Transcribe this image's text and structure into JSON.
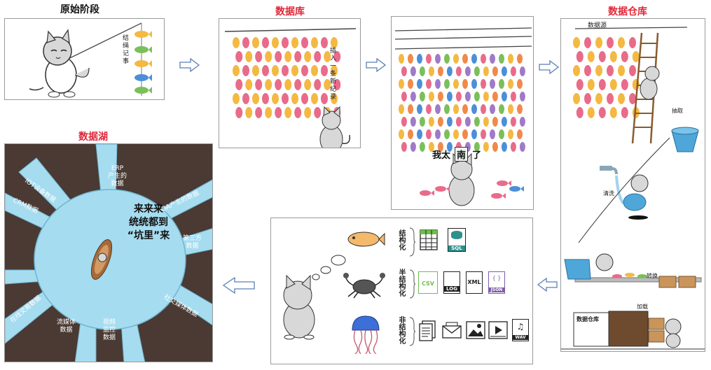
{
  "titles": {
    "primitive": "原始阶段",
    "database": "数据库",
    "warehouse": "数据仓库",
    "lake": "数据湖"
  },
  "primitive": {
    "knot_label": "结绳记事"
  },
  "database": {
    "insert_label": "插入一条新纪录"
  },
  "full_db": {
    "caption_before": "我太",
    "caption_char": "南",
    "caption_after": "了"
  },
  "warehouse": {
    "source_label": "数据源",
    "extract_label": "抽取",
    "clean_label": "清洗",
    "transform_label": "转换",
    "load_label": "加载",
    "warehouse_sign": "数据仓库"
  },
  "lake": {
    "center_lines": [
      "来来来",
      "统统都到",
      "“坑里”来"
    ],
    "sources": [
      {
        "id": "erp",
        "lines": [
          "ERP",
          "产生的",
          "数据"
        ]
      },
      {
        "id": "iot",
        "lines": [
          "IOT设备数据"
        ]
      },
      {
        "id": "crm",
        "lines": [
          "CRM数据"
        ]
      },
      {
        "id": "oa",
        "lines": [
          "OA产生的数据"
        ]
      },
      {
        "id": "third",
        "lines": [
          "第三方",
          "数据"
        ]
      },
      {
        "id": "social",
        "lines": [
          "社交媒体数据"
        ]
      },
      {
        "id": "video",
        "lines": [
          "视频",
          "监控",
          "数据"
        ]
      },
      {
        "id": "stream",
        "lines": [
          "流媒体",
          "数据"
        ]
      },
      {
        "id": "online",
        "lines": [
          "在线交易数据"
        ]
      }
    ]
  },
  "types": {
    "structured": "结构化",
    "semi": "半结构化",
    "unstructured": "非结构化",
    "file_labels": {
      "sql": "SQL",
      "csv": "CSV",
      "log": "LOG",
      "xml": "XML",
      "json": "JSON",
      "wav": "WAV"
    }
  },
  "colors": {
    "title_red": "#e0293a",
    "lake_water": "#a6dcef",
    "lake_earth": "#4a3a33",
    "arrow_blue": "#5a7fb8",
    "csv_green": "#6cc04a",
    "sql_teal": "#2f8f8a",
    "json_purple": "#7b5ea7",
    "jellyfish_blue": "#3c6fd8"
  }
}
